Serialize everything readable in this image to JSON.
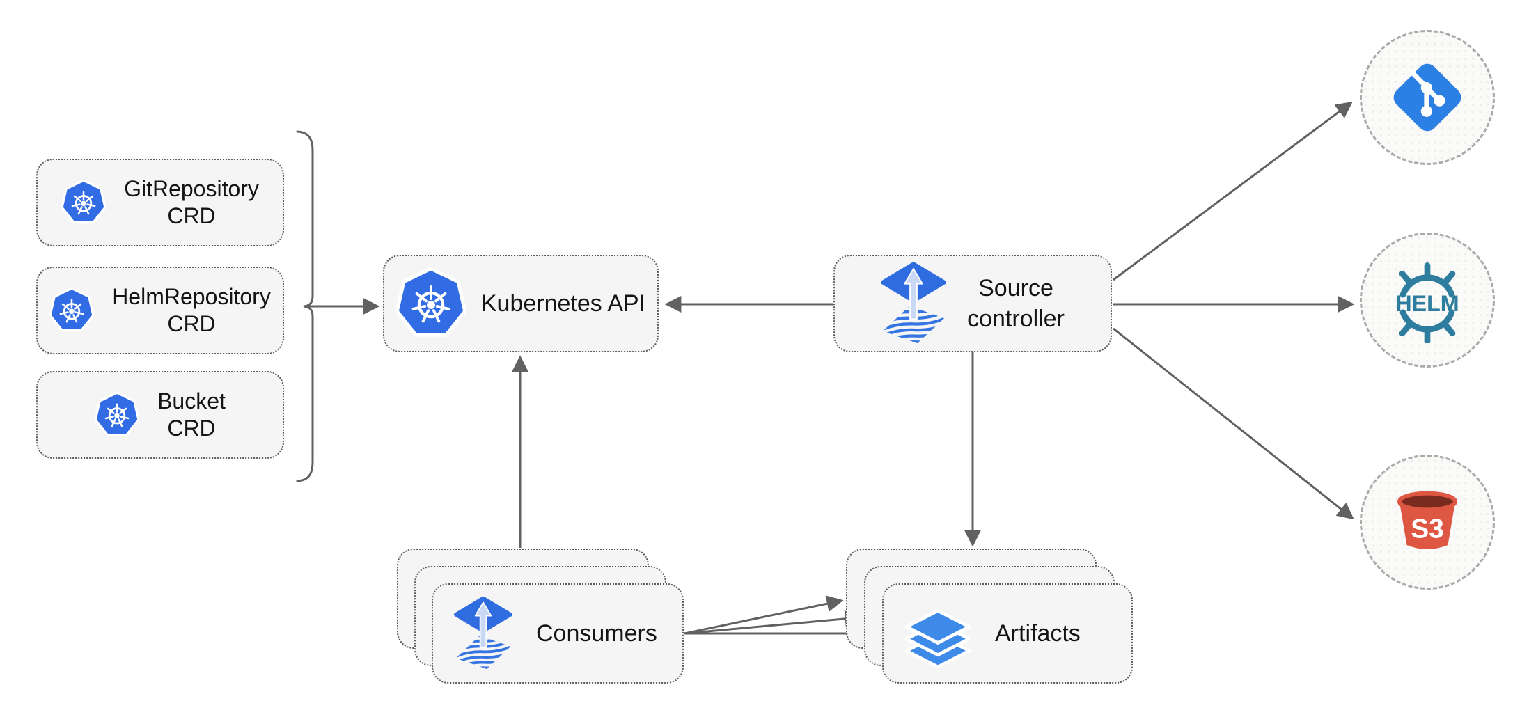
{
  "diagram": {
    "crd_list": [
      {
        "title": "GitRepository",
        "subtitle": "CRD"
      },
      {
        "title": "HelmRepository",
        "subtitle": "CRD"
      },
      {
        "title": "Bucket",
        "subtitle": "CRD"
      }
    ],
    "kubernetes_api": {
      "label": "Kubernetes API"
    },
    "source_controller": {
      "line1": "Source",
      "line2": "controller"
    },
    "consumers": {
      "label": "Consumers"
    },
    "artifacts": {
      "label": "Artifacts"
    },
    "helm": {
      "label": "HELM"
    },
    "s3": {
      "label": "S3"
    },
    "colors": {
      "node_fill": "#f5f5f5",
      "node_border": "#5c5c5c",
      "circle_fill": "#fafaf8",
      "circle_border": "#a9a9a9",
      "arrow": "#616161",
      "kubernetes_blue": "#326ce5",
      "flux_blue": "#2f6ce0",
      "flux_arrow_light": "#c9d9f5",
      "git_blue": "#2d80e3",
      "helm_teal": "#2e7d9e",
      "s3_red": "#dd5742",
      "s3_dark": "#7a2b20",
      "layers_blue": "#3e8ae8",
      "text": "#141414"
    }
  }
}
